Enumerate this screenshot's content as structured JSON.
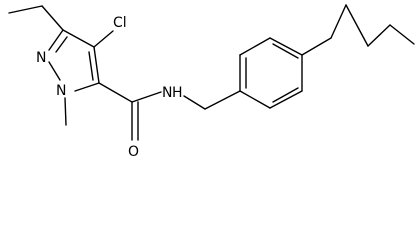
{
  "molecule": {
    "atoms": {
      "cl": "Cl",
      "n_ring_upper": "N",
      "n_ring_lower": "N",
      "n_amide": "N",
      "h_amide": "H",
      "o_carbonyl": "O"
    },
    "colors": {
      "bond": "#000000",
      "label": "#000000",
      "background": "#ffffff"
    }
  }
}
